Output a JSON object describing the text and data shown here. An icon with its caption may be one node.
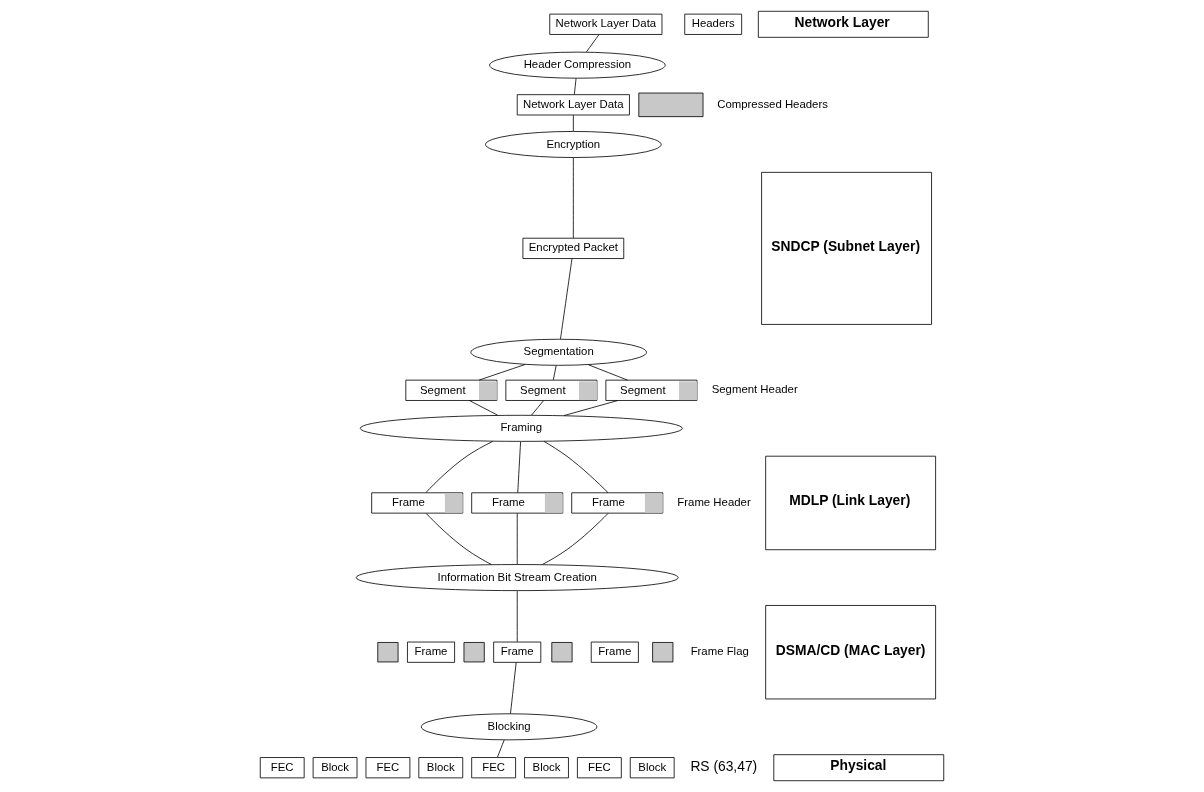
{
  "diagram": {
    "nodes": [
      {
        "text": [
          "Network Layer Data"
        ]
      },
      {
        "text": [
          "Headers"
        ]
      },
      {
        "text": [
          "Header Compression"
        ]
      },
      {
        "text": [
          "Network Layer Data"
        ]
      },
      {
        "text": [],
        "shape": "box"
      },
      {
        "text": [
          "Encryption"
        ]
      },
      {
        "text": [
          "Encrypted Packet"
        ]
      },
      {
        "text": [
          "Segmentation"
        ]
      },
      {
        "text": [
          "Segment"
        ]
      },
      {
        "text": [
          "Segment"
        ]
      },
      {
        "text": [
          "Segment"
        ]
      },
      {
        "text": [
          "Framing"
        ]
      },
      {
        "text": [
          "Frame"
        ]
      },
      {
        "text": [
          "Frame"
        ]
      },
      {
        "text": [
          "Frame"
        ]
      },
      {
        "text": [
          "Information Bit Stream Creation"
        ]
      },
      {
        "text": [],
        "shape": "bar"
      },
      {
        "text": [
          "Frame"
        ]
      },
      {
        "text": [],
        "shape": "bar"
      },
      {
        "text": [
          "Frame"
        ]
      },
      {
        "text": [],
        "shape": "bar"
      },
      {
        "text": [
          "Frame"
        ]
      },
      {
        "text": [],
        "shape": "bar"
      },
      {
        "text": [
          "Blocking"
        ]
      },
      {
        "text": [
          "FEC"
        ]
      },
      {
        "text": [
          "Block"
        ]
      },
      {
        "text": [
          "FEC"
        ]
      },
      {
        "text": [
          "Block"
        ]
      },
      {
        "text": [
          "FEC"
        ]
      },
      {
        "text": [
          "Block"
        ]
      },
      {
        "text": [
          "FEC"
        ]
      },
      {
        "text": [
          "Block"
        ]
      },
      {
        "text": [
          "Network Layer"
        ]
      },
      {
        "text": [
          "SNDCP (Subnet Layer)"
        ]
      },
      {
        "text": [
          "MDLP (Link Layer)"
        ]
      },
      {
        "text": [
          "DSMA/CD (MAC Layer)"
        ]
      },
      {
        "text": [
          "Physical"
        ]
      }
    ],
    "edges": [
      {
        "from": 0,
        "to": 2,
        "arrow": "none"
      },
      {
        "from": 2,
        "to": 3,
        "arrow": "none"
      },
      {
        "from": 3,
        "to": 5,
        "arrow": "none"
      },
      {
        "from": 5,
        "to": 6,
        "arrow": "none"
      },
      {
        "from": 6,
        "to": 7,
        "arrow": "none"
      },
      {
        "from": 7,
        "to": 8,
        "arrow": "none"
      },
      {
        "from": 7,
        "to": 9,
        "arrow": "none"
      },
      {
        "from": 7,
        "to": 10,
        "arrow": "none"
      },
      {
        "from": 8,
        "to": 11,
        "arrow": "none"
      },
      {
        "from": 9,
        "to": 11,
        "arrow": "none"
      },
      {
        "from": 10,
        "to": 11,
        "arrow": "none"
      },
      {
        "from": 11,
        "to": 12,
        "arrow": "none"
      },
      {
        "from": 11,
        "to": 13,
        "arrow": "none"
      },
      {
        "from": 11,
        "to": 14,
        "arrow": "none"
      },
      {
        "from": 12,
        "to": 15,
        "arrow": "none"
      },
      {
        "from": 13,
        "to": 15,
        "arrow": "none"
      },
      {
        "from": 14,
        "to": 15,
        "arrow": "none"
      },
      {
        "from": 15,
        "to": 19,
        "arrow": "none"
      },
      {
        "from": 19,
        "to": 23,
        "arrow": "none"
      },
      {
        "from": 23,
        "to": 28,
        "arrow": "none"
      }
    ],
    "labels": [
      "Compressed Headers",
      "Segment Header",
      "Frame Header",
      "Frame Flag",
      "RS (63,47)"
    ]
  }
}
